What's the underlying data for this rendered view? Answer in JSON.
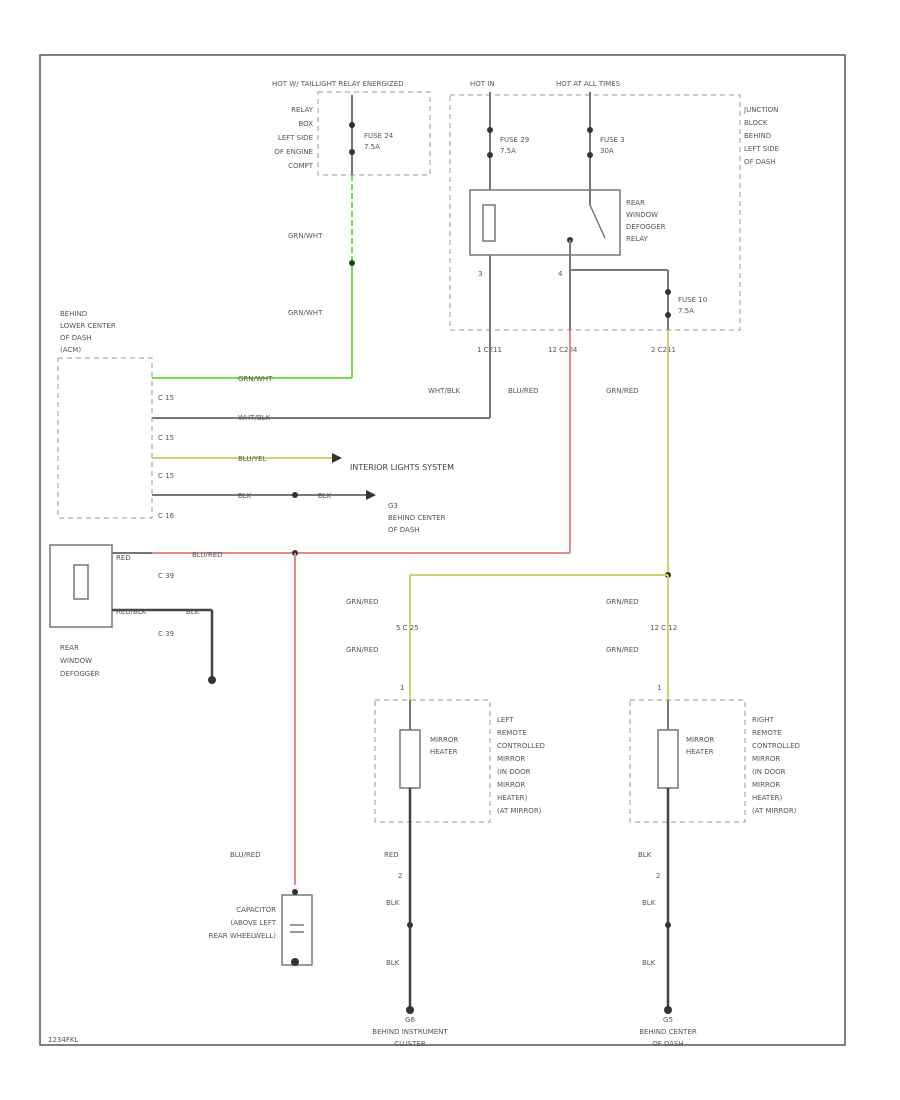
{
  "colors": {
    "green_wire": "#7ddc4a",
    "red_wire": "#e58a8a",
    "yellow_green_wire": "#c8d86a",
    "gray_wire": "#8a8a8a",
    "black_wire": "#444444",
    "frame": "#555555"
  },
  "hot_labels": {
    "hot_taillight": "HOT W/ TAILLIGHT RELAY ENERGIZED",
    "hot_in": "HOT IN",
    "hot_at": "HOT AT ALL TIMES"
  },
  "relay_box": {
    "label": [
      "RELAY",
      "BOX",
      "LEFT SIDE",
      "OF ENGINE",
      "COMPT"
    ],
    "fuse": [
      "FUSE 24",
      "7.5A"
    ]
  },
  "junction_block": {
    "label": [
      "JUNCTION",
      "BLOCK",
      "BEHIND",
      "LEFT SIDE",
      "OF DASH"
    ],
    "fuse_29": [
      "FUSE 29",
      "7.5A"
    ],
    "fuse_3": [
      "FUSE 3",
      "30A"
    ],
    "fuse_10": [
      "FUSE 10",
      "7.5A"
    ],
    "relay": [
      "REAR",
      "WINDOW",
      "DEFOGGER",
      "RELAY"
    ],
    "pin_left": "3",
    "pin_right": "4"
  },
  "connectors": {
    "c211_left": "1   C211",
    "c204": "12   C204",
    "c211_right": "2   C211",
    "c15_a": "C 15",
    "c15_b": "C 15",
    "c15_c": "C 15",
    "c16": "C 16",
    "c39_a": "C 39",
    "c39_b": "C 39",
    "c25": "5   C 25",
    "c12": "12   C 12"
  },
  "switch_block": {
    "label": [
      "BEHIND",
      "LOWER CENTER",
      "OF DASH",
      "(ACM)"
    ]
  },
  "wire_labels": {
    "grn_wht_1": "GRN/WHT",
    "grn_wht_2": "GRN/WHT",
    "grn_wht_3": "GRN/WHT",
    "wht_blk_1": "WHT/BLK",
    "wht_blk_2": "WHT/BLK",
    "blu_red_1": "BLU/RED",
    "blu_red_2": "BLU/RED",
    "blu_red_3": "BLU/RED",
    "grn_red_1": "GRN/RED",
    "grn_red_2": "GRN/RED",
    "grn_red_3": "GRN/RED",
    "grn_red_4": "GRN/RED",
    "grn_red_5": "GRN/RED",
    "blu_yel": "BLU/YEL",
    "blk_1": "BLK",
    "blk_2": "BLK",
    "blk_3": "BLK",
    "blk_4": "BLK",
    "blk_5": "BLK",
    "blk_6": "BLK",
    "blk_7": "BLK",
    "red_blk": "RED/BLK",
    "blk_r1": "BLK",
    "nrg_1": "RED",
    "nrg_2": "RED"
  },
  "interior_lights": "INTERIOR LIGHTS SYSTEM",
  "ground_g3": [
    "G3",
    "BEHIND CENTER",
    "OF DASH"
  ],
  "defogger": [
    "REAR",
    "WINDOW",
    "DEFOGGER"
  ],
  "capacitor": [
    "CAPACITOR",
    "(ABOVE LEFT",
    "REAR WHEELWELL)"
  ],
  "left_mirror": {
    "heater": [
      "MIRROR",
      "HEATER"
    ],
    "label": [
      "LEFT",
      "REMOTE",
      "CONTROLLED",
      "MIRROR",
      "(IN DOOR",
      "MIRROR",
      "HEATER)",
      "(AT MIRROR)"
    ],
    "pin": "1",
    "pin2": "2"
  },
  "right_mirror": {
    "heater": [
      "MIRROR",
      "HEATER"
    ],
    "label": [
      "RIGHT",
      "REMOTE",
      "CONTROLLED",
      "MIRROR",
      "(IN DOOR",
      "MIRROR",
      "HEATER)",
      "(AT MIRROR)"
    ],
    "pin": "1",
    "pin2": "2"
  },
  "ground_left": [
    "G6",
    "BEHIND INSTRUMENT",
    "CLUSTER"
  ],
  "ground_right": [
    "G5",
    "BEHIND CENTER",
    "OF DASH"
  ],
  "footer_code": "1234FKL"
}
